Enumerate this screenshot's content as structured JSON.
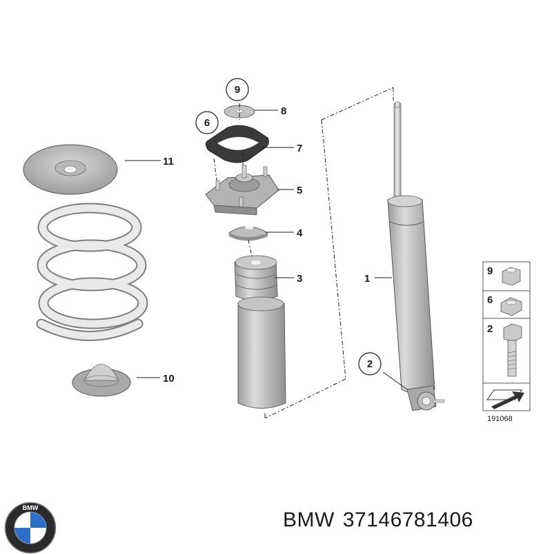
{
  "callouts": {
    "c1": "1",
    "c2": "2",
    "c3": "3",
    "c4": "4",
    "c5": "5",
    "c6": "6",
    "c7": "7",
    "c8": "8",
    "c9": "9",
    "c10": "10",
    "c11": "11"
  },
  "legend": {
    "items": [
      "9",
      "6",
      "2"
    ],
    "ref_number": "191068"
  },
  "brand": {
    "name": "BMW",
    "part_number": "37146781406",
    "logo_letters": "BMW"
  },
  "colors": {
    "part_light": "#e6e6e6",
    "part_mid": "#b9b9b9",
    "part_dark": "#8a8a8a",
    "line": "#1a1a1a",
    "bmw_blue": "#2d6fc4"
  }
}
